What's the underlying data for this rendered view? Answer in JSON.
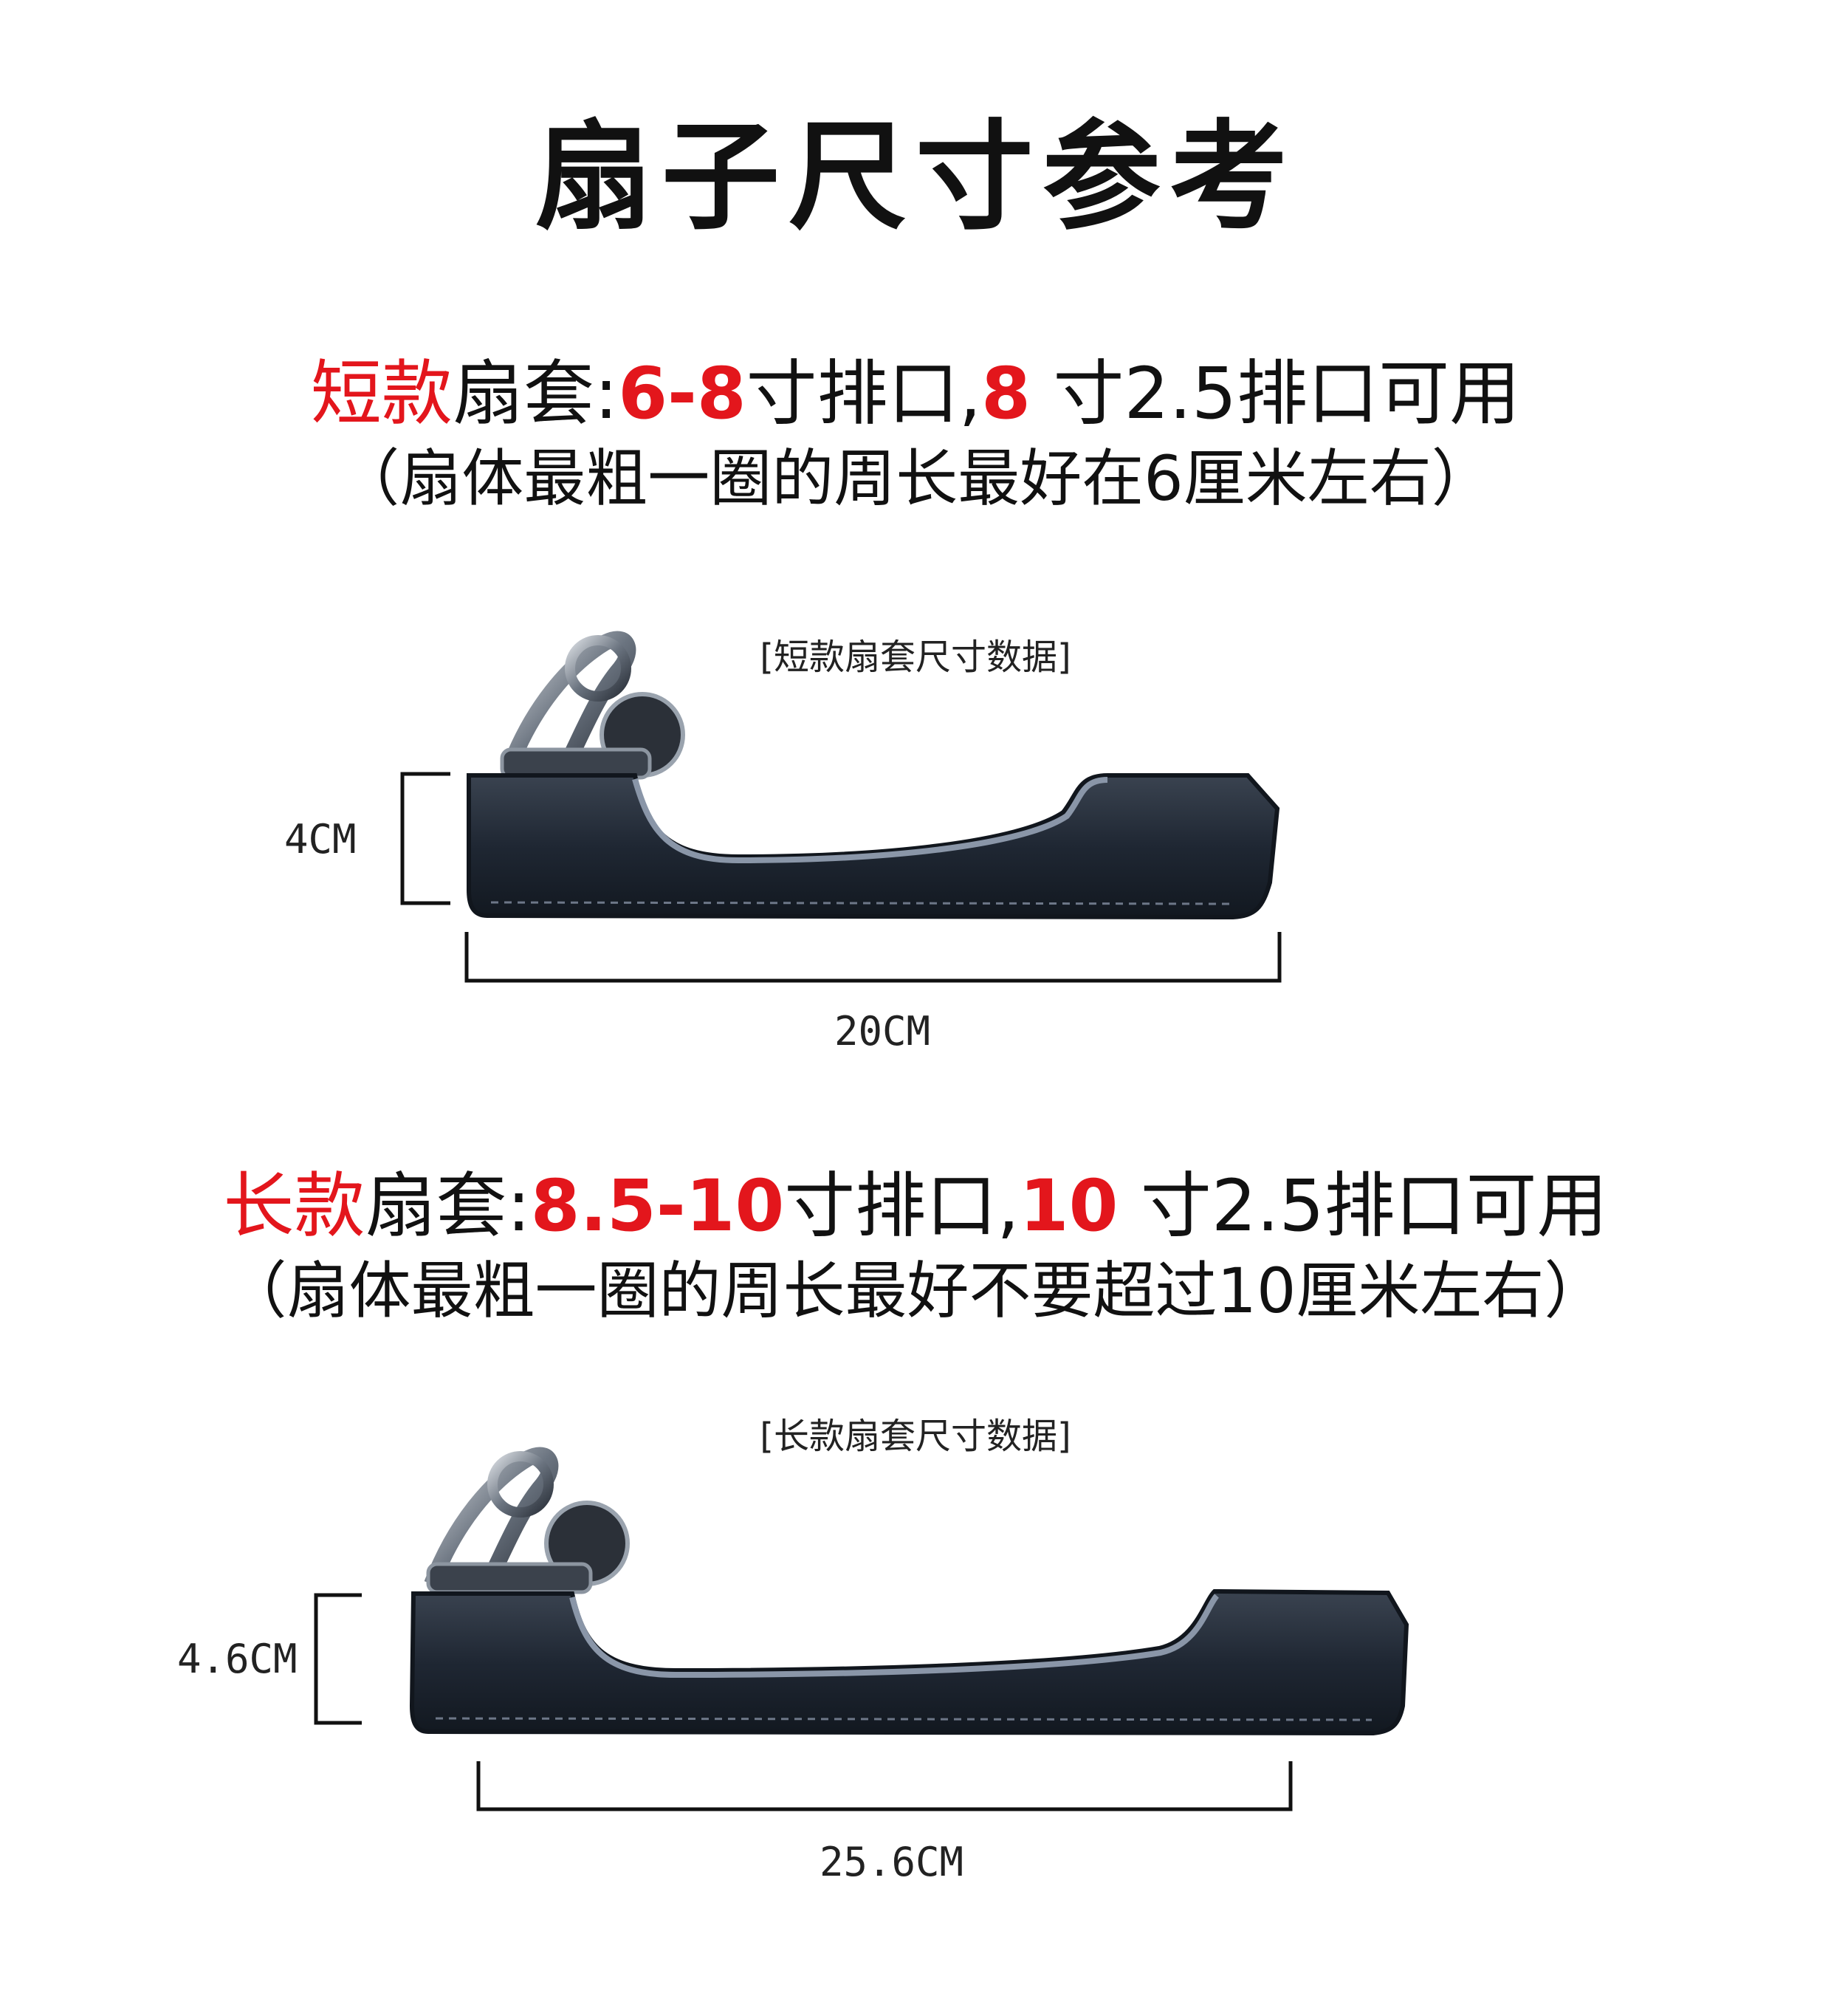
{
  "title": "扇子尺寸参考",
  "short": {
    "label": "短款",
    "mid": "扇套:",
    "range": "6-8",
    "unit1": "寸排口,",
    "n": "8",
    "tail": " 寸2.5排口可用",
    "note": "（扇体最粗一圈的周长最好在6厘米左右）",
    "caption": "[短款扇套尺寸数据]",
    "height": "4CM",
    "width": "20CM"
  },
  "long": {
    "label": "长款",
    "mid": "扇套:",
    "range": "8.5-10",
    "unit1": "寸排口,",
    "n": "10",
    "tail": " 寸2.5排口可用",
    "note": "（扇体最粗一圈的周长最好不要超过10厘米左右）",
    "caption": "[长款扇套尺寸数据]",
    "height": "4.6CM",
    "width": "25.6CM"
  },
  "colors": {
    "accent": "#e3161c",
    "leather": "#1f2733",
    "edge": "#8a96a8"
  }
}
